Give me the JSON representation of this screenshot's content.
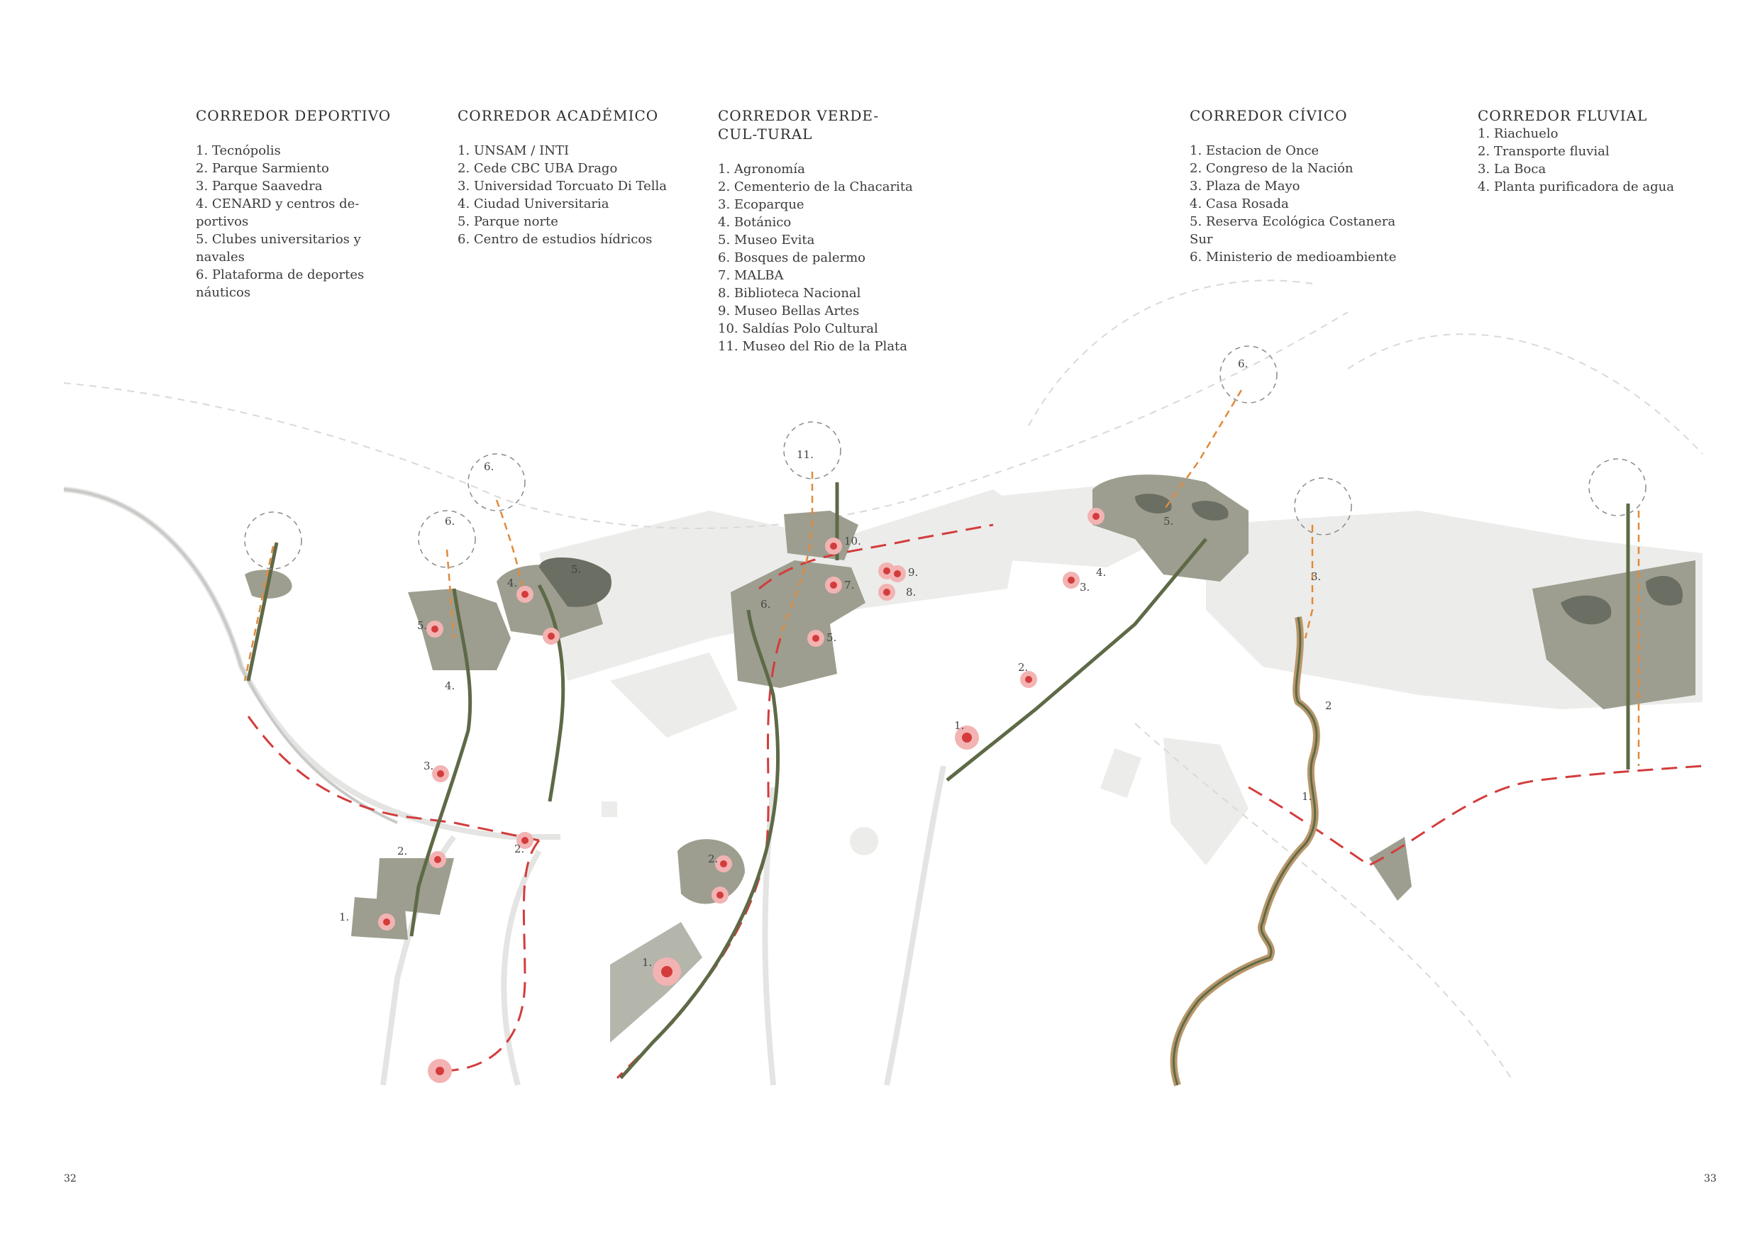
{
  "corridors": [
    {
      "id": "deportivo",
      "title": "CORREDOR DEPORTIVO",
      "items": [
        "1. Tecnópolis",
        "2. Parque Sarmiento",
        "3. Parque Saavedra",
        "4. CENARD y centros de-portivos",
        "5. Clubes universitarios y navales",
        "6. Plataforma de deportes náuticos"
      ]
    },
    {
      "id": "academico",
      "title": "CORREDOR ACADÉMICO",
      "items": [
        "1. UNSAM / INTI",
        "2. Cede CBC UBA Drago",
        "3. Universidad Torcuato Di Tella",
        "4. Ciudad Universitaria",
        "5. Parque norte",
        "6. Centro de estudios hídricos"
      ]
    },
    {
      "id": "verde",
      "title": "CORREDOR VERDE-CUL-TURAL",
      "items": [
        "1. Agronomía",
        "2. Cementerio de la Chacarita",
        "3. Ecoparque",
        "4. Botánico",
        "5. Museo Evita",
        "6. Bosques de palermo",
        "7. MALBA",
        "8. Biblioteca Nacional",
        "9. Museo Bellas Artes",
        "10. Saldías Polo Cultural",
        "11. Museo del Rio de la Plata"
      ]
    },
    {
      "id": "civico",
      "title": "CORREDOR CÍVICO",
      "items": [
        "1. Estacion de Once",
        "2. Congreso de la Nación",
        "3. Plaza de Mayo",
        "4. Casa Rosada",
        "5. Reserva Ecológica Costanera Sur",
        "6. Ministerio de medioambiente"
      ]
    },
    {
      "id": "fluvial",
      "title": "CORREDOR FLUVIAL",
      "items": [
        "1. Riachuelo",
        "2. Transporte fluvial",
        "3. La Boca",
        "4. Planta purificadora de agua"
      ]
    }
  ],
  "page_numbers": {
    "left": "32",
    "right": "33"
  },
  "map_labels": {
    "dep": [
      "1.",
      "2.",
      "3.",
      "4.",
      "5.",
      "6."
    ],
    "aca": [
      "2.",
      "4.",
      "5.",
      "6."
    ],
    "ver": [
      "1.",
      "2.",
      "5.",
      "6.",
      "7.",
      "8.",
      "9.",
      "10.",
      "11."
    ],
    "civ": [
      "1.",
      "2.",
      "3.",
      "4.",
      "5.",
      "6."
    ],
    "flu": [
      "1.",
      "2",
      "3."
    ]
  },
  "colors": {
    "green": "#5e6a47",
    "tan": "#b8976a",
    "red": "#d33c3c",
    "orange": "#e08a3c",
    "park": "#9d9e8f",
    "park_dark": "#6b6e62",
    "urban": "#eeeeec"
  }
}
